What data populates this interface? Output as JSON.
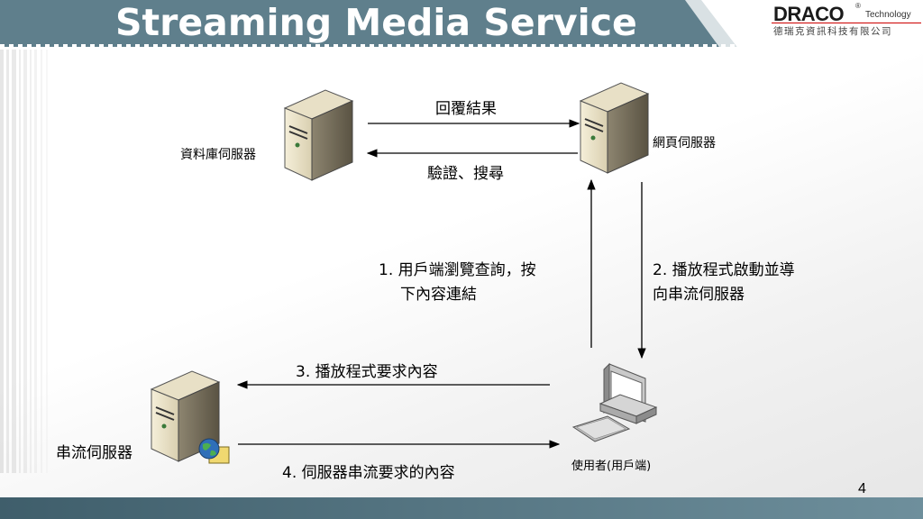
{
  "title": "Streaming Media Service",
  "logo": {
    "name": "DRACO",
    "registered": "®",
    "tagline": "Technology",
    "chinese_name": "德瑞克資訊科技有限公司"
  },
  "nodes": {
    "database_server": "資料庫伺服器",
    "web_server": "網頁伺服器",
    "streaming_server": "串流伺服器",
    "client": "使用者(用戶端)"
  },
  "edges": {
    "reply_results": "回覆結果",
    "verify_search": "驗證、搜尋",
    "step1_line1": "1. 用戶端瀏覽查詢，按",
    "step1_line2": "下內容連結",
    "step2_line1": "2. 播放程式啟動並導",
    "step2_line2": "向串流伺服器",
    "step3": "3. 播放程式要求內容",
    "step4": "4. 伺服器串流要求的內容"
  },
  "page_number": "4",
  "colors": {
    "header": "#5f7f8c",
    "header_dots": "#ffffff",
    "footer": "#4d6d7a",
    "arrow": "#000000",
    "logo_accent": "#cc0000"
  }
}
